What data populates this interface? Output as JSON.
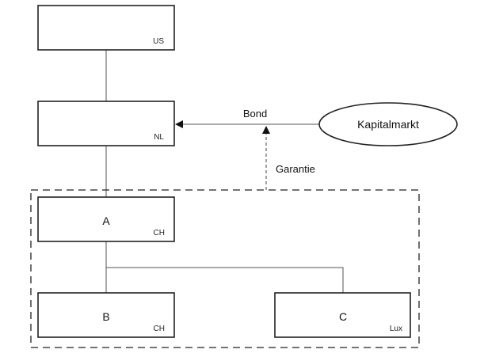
{
  "diagram": {
    "entities": {
      "us": {
        "name": "",
        "country": "US"
      },
      "nl": {
        "name": "",
        "country": "NL"
      },
      "a": {
        "name": "A",
        "country": "CH"
      },
      "b": {
        "name": "B",
        "country": "CH"
      },
      "c": {
        "name": "C",
        "country": "Lux"
      }
    },
    "external": {
      "kapitalmarkt": {
        "label": "Kapitalmarkt"
      }
    },
    "edges": {
      "bond": {
        "label": "Bond",
        "from": "Kapitalmarkt",
        "to": "NL"
      },
      "garantie": {
        "label": "Garantie",
        "from": "group",
        "to": "Bond"
      }
    }
  }
}
